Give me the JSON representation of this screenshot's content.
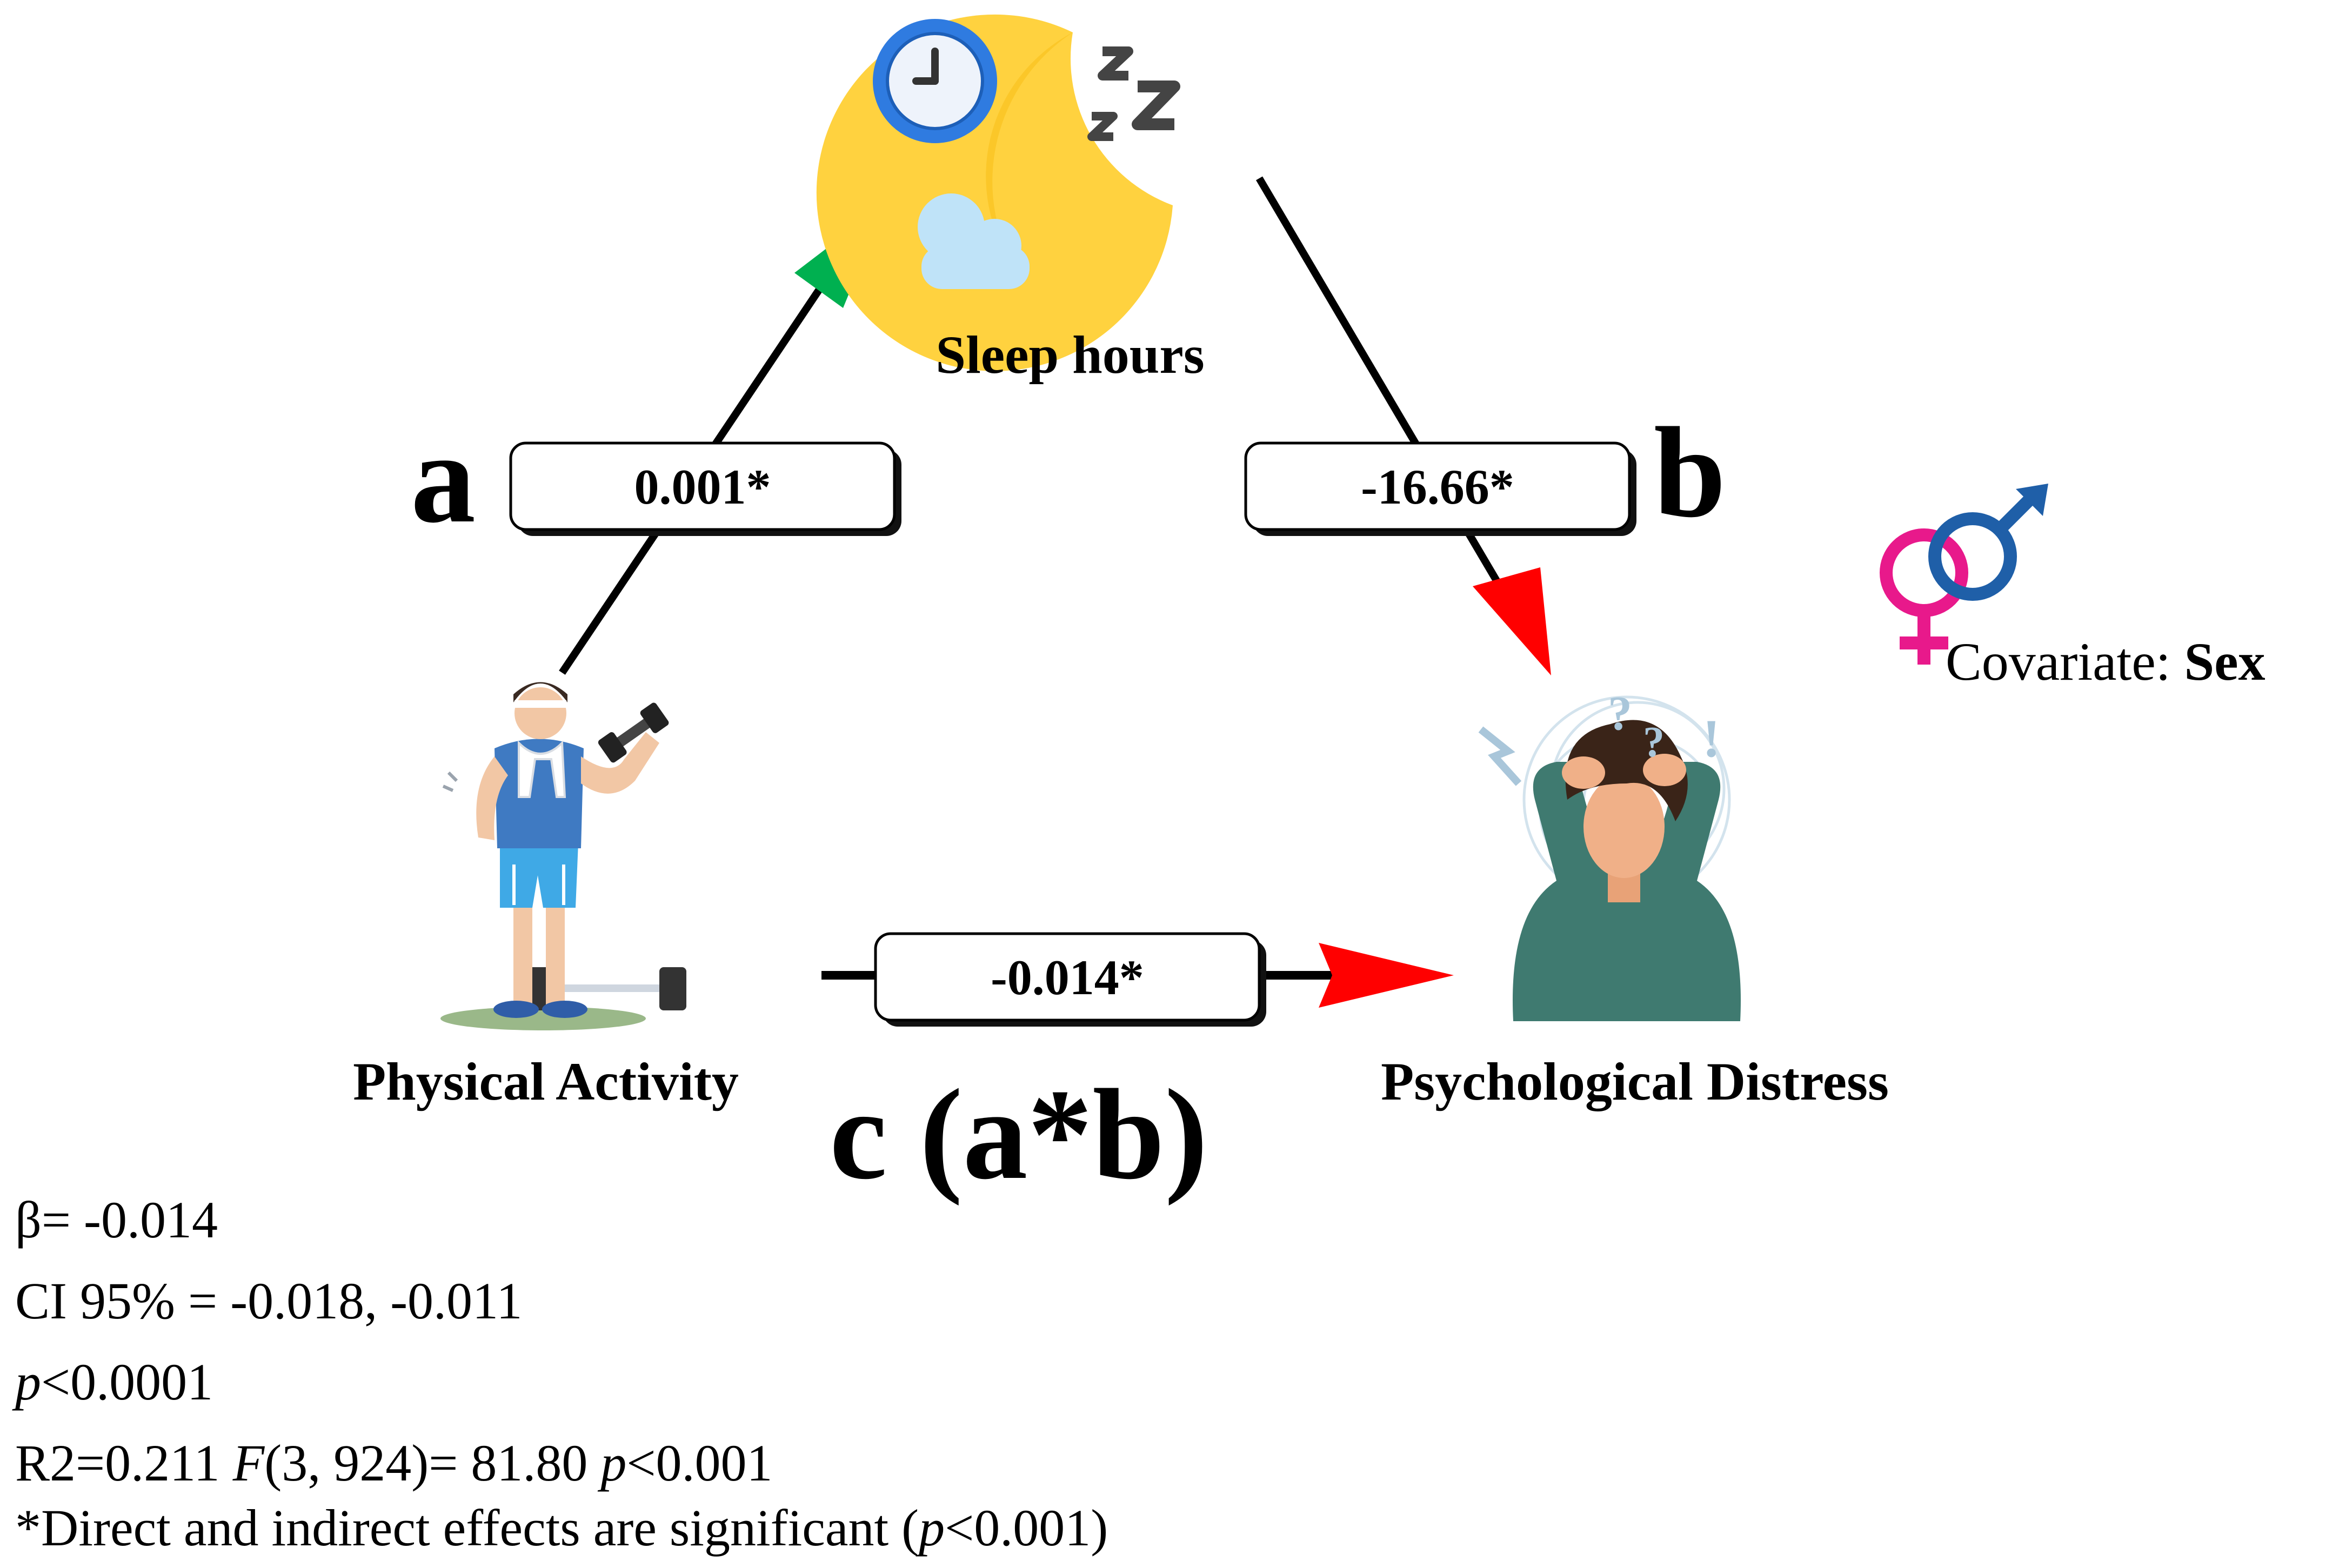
{
  "nodes": {
    "mediator": {
      "label": "Sleep hours",
      "icon": "sleep-moon-clock-icon"
    },
    "predictor": {
      "label": "Physical Activity",
      "icon": "weightlifter-icon"
    },
    "outcome": {
      "label": "Psychological Distress",
      "icon": "distressed-person-icon"
    }
  },
  "paths": {
    "a": {
      "letter": "a",
      "coefficient": "0.001*",
      "arrow_color": "#00b050"
    },
    "b": {
      "letter": "b",
      "coefficient": "-16.66*",
      "arrow_color": "#ff0000"
    },
    "c": {
      "letter": "c (a*b)",
      "coefficient": "-0.014*",
      "arrow_color": "#ff0000"
    }
  },
  "covariate": {
    "prefix": "Covariate: ",
    "name": "Sex",
    "icon": "gender-symbols-icon"
  },
  "stats": {
    "beta": "β= -0.014",
    "ci": "CI 95% = -0.018, -0.011",
    "p_italic": "p",
    "p_rest": "<0.0001",
    "r2_a": "R2=0.211 ",
    "r2_f": "F",
    "r2_b": "(3, 924)= 81.80 ",
    "r2_p": "p",
    "r2_c": "<0.001",
    "note_a": "*Direct and indirect effects are significant (",
    "note_p": "p",
    "note_b": "<0.001)"
  }
}
